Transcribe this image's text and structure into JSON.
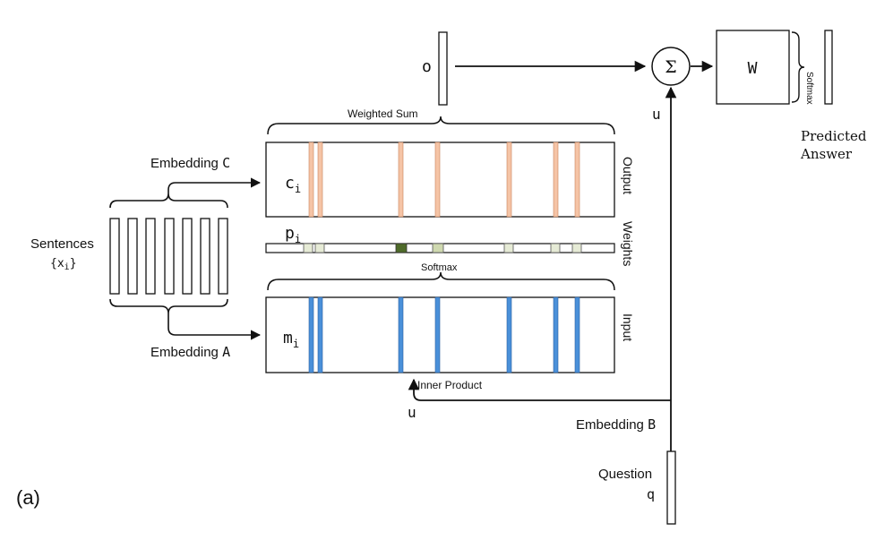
{
  "labels": {
    "panel": "(a)",
    "sentences_title": "Sentences",
    "sentences_var": "{x",
    "sentences_sub": "i",
    "sentences_close": "}",
    "embedding_c_text": "Embedding ",
    "embedding_c_letter": "C",
    "embedding_a_text": "Embedding ",
    "embedding_a_letter": "A",
    "embedding_b_text": "Embedding ",
    "embedding_b_letter": "B",
    "weighted_sum": "Weighted Sum",
    "softmax_mid": "Softmax",
    "softmax_side": "Softmax",
    "inner_product": "Inner Product",
    "output_side": "Output",
    "weights_side": "Weights",
    "input_side": "Input",
    "c_var": "c",
    "c_sub": "i",
    "p_var": "p",
    "p_sub": "i",
    "m_var": "m",
    "m_sub": "i",
    "o_var": "o",
    "u_top": "u",
    "u_bottom": "u",
    "sigma": "Σ",
    "w_matrix": "W",
    "predicted_line1": "Predicted",
    "predicted_line2": "Answer",
    "question": "Question",
    "q_var": "q"
  },
  "colors": {
    "output_bar": "#f5c4a6",
    "output_bar_stroke": "#c9825a",
    "input_bar": "#4a90d9",
    "input_bar_stroke": "#2a5f9e",
    "weight_light": "#e6ebd6",
    "weight_mid": "#cfd9b0",
    "weight_dark": "#4f6b2a",
    "stroke": "#111111"
  }
}
